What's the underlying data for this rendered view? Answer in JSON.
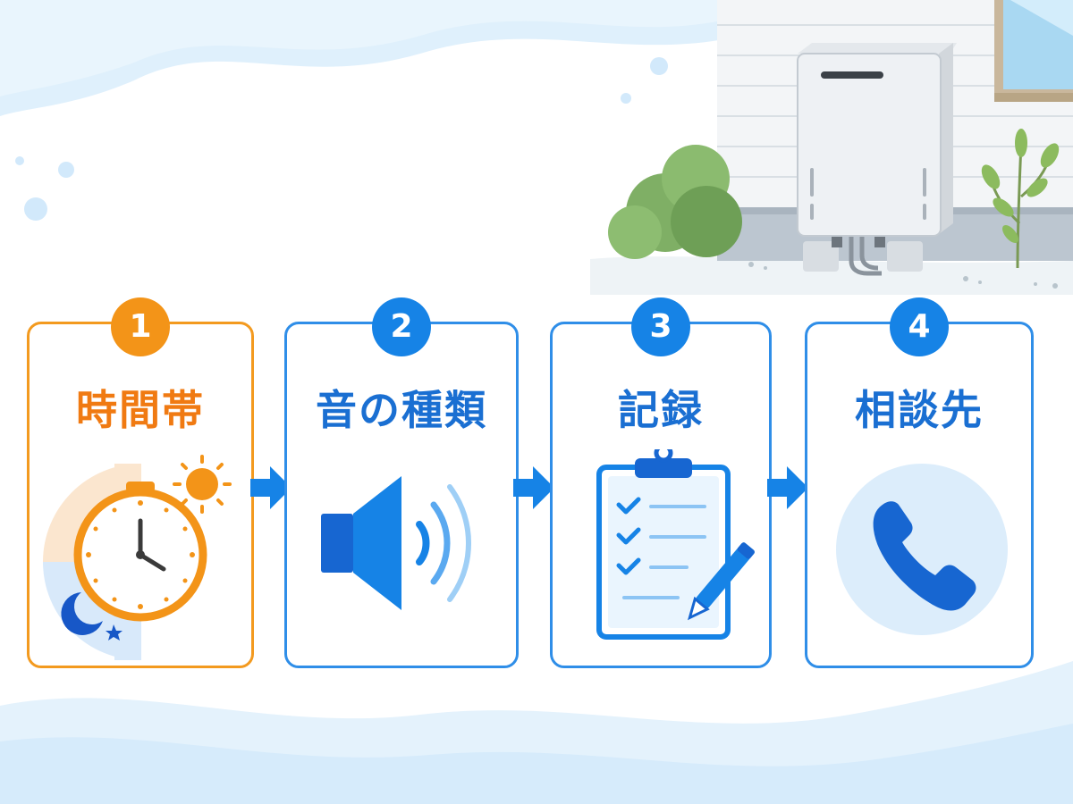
{
  "steps": [
    {
      "number": "1",
      "title": "時間帯",
      "icon": "clock-day-night-icon",
      "accent": "#f39418"
    },
    {
      "number": "2",
      "title": "音の種類",
      "icon": "speaker-sound-icon",
      "accent": "#1683e6"
    },
    {
      "number": "3",
      "title": "記録",
      "icon": "clipboard-checklist-icon",
      "accent": "#1683e6"
    },
    {
      "number": "4",
      "title": "相談先",
      "icon": "phone-icon",
      "accent": "#1683e6"
    }
  ],
  "illustration": {
    "subject": "water-heater-unit-outside-house"
  },
  "colors": {
    "orange": "#f39418",
    "blue": "#1683e6",
    "light_blue": "#dceefc"
  }
}
